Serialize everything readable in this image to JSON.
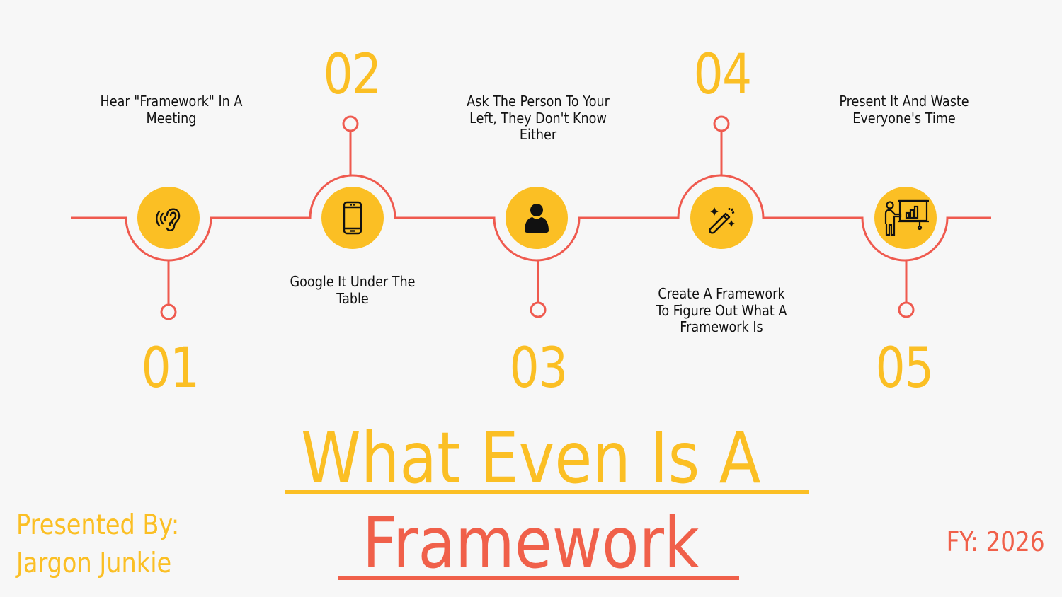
{
  "colors": {
    "background": "#f7f7f7",
    "accent_yellow": "#fbbf24",
    "accent_coral": "#f0604a",
    "text_dark": "#111111"
  },
  "steps": [
    {
      "number": "01",
      "label": "Hear \"Framework\" In A Meeting",
      "icon": "ear-listening-icon",
      "label_position": "above",
      "number_position": "below"
    },
    {
      "number": "02",
      "label": "Google It Under The Table",
      "icon": "smartphone-icon",
      "label_position": "below",
      "number_position": "above"
    },
    {
      "number": "03",
      "label": "Ask The Person To Your Left, They Don't Know Either",
      "icon": "person-icon",
      "label_position": "above",
      "number_position": "below"
    },
    {
      "number": "04",
      "label": "Create A Framework To Figure Out What A Framework Is",
      "icon": "magic-wand-icon",
      "label_position": "below",
      "number_position": "above"
    },
    {
      "number": "05",
      "label": "Present It And Waste Everyone's Time",
      "icon": "presentation-chart-icon",
      "label_position": "above",
      "number_position": "below"
    }
  ],
  "title": {
    "line1": "What Even Is A",
    "line2": "Framework"
  },
  "presenter": {
    "label": "Presented By:",
    "name": "Jargon Junkie"
  },
  "fiscal_year": "FY: 2026"
}
